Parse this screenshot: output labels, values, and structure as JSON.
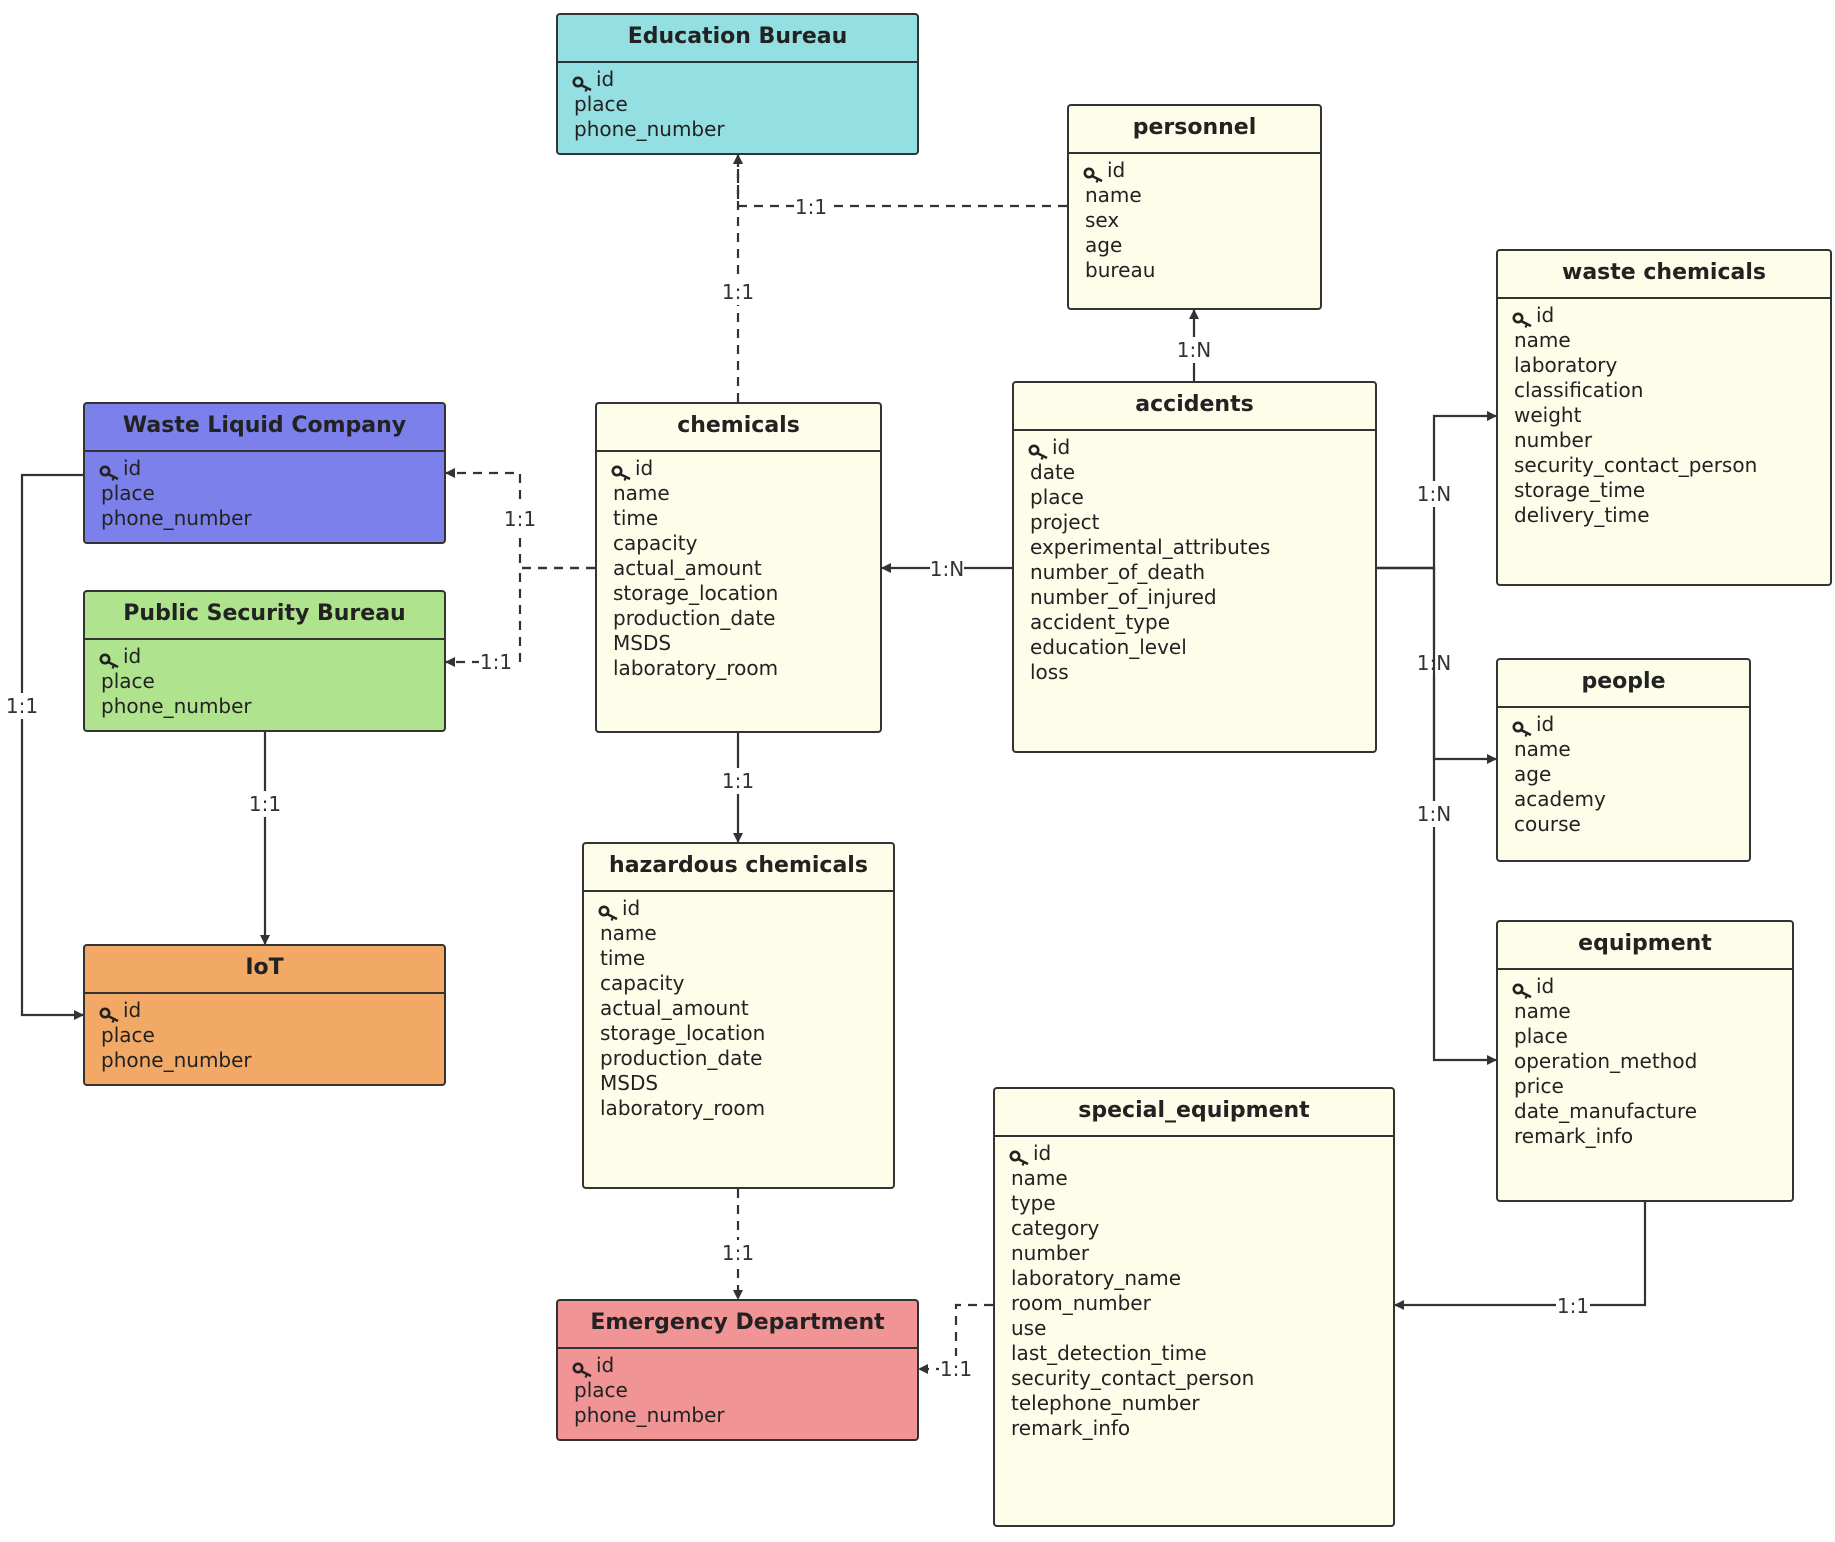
{
  "colors": {
    "default_fill": "#fdfdea",
    "line": "#333333",
    "education_bureau": "#93dfe1",
    "waste_liquid_company": "#7b80eb",
    "public_security_bureau": "#b0e38d",
    "iot": "#f2a966",
    "emergency_department": "#f09495"
  },
  "primary_key_icon": "key-icon",
  "entities": {
    "education_bureau": {
      "title": "Education Bureau",
      "fields": [
        "id",
        "place",
        "phone_number"
      ]
    },
    "personnel": {
      "title": "personnel",
      "fields": [
        "id",
        "name",
        "sex",
        "age",
        "bureau"
      ]
    },
    "waste_chemicals": {
      "title": "waste chemicals",
      "fields": [
        "id",
        "name",
        "laboratory",
        "classification",
        "weight",
        "number",
        "security_contact_person",
        "storage_time",
        "delivery_time"
      ]
    },
    "waste_liquid_company": {
      "title": "Waste Liquid Company",
      "fields": [
        "id",
        "place",
        "phone_number"
      ]
    },
    "chemicals": {
      "title": "chemicals",
      "fields": [
        "id",
        "name",
        "time",
        "capacity",
        "actual_amount",
        "storage_location",
        "production_date",
        "MSDS",
        "laboratory_room"
      ]
    },
    "accidents": {
      "title": "accidents",
      "fields": [
        "id",
        "date",
        "place",
        "project",
        "experimental_attributes",
        "number_of_death",
        "number_of_injured",
        "accident_type",
        "education_level",
        "loss"
      ]
    },
    "public_security_bureau": {
      "title": "Public Security Bureau",
      "fields": [
        "id",
        "place",
        "phone_number"
      ]
    },
    "people": {
      "title": "people",
      "fields": [
        "id",
        "name",
        "age",
        "academy",
        "course"
      ]
    },
    "hazardous_chemicals": {
      "title": "hazardous chemicals",
      "fields": [
        "id",
        "name",
        "time",
        "capacity",
        "actual_amount",
        "storage_location",
        "production_date",
        "MSDS",
        "laboratory_room"
      ]
    },
    "iot": {
      "title": "IoT",
      "fields": [
        "id",
        "place",
        "phone_number"
      ]
    },
    "equipment": {
      "title": "equipment",
      "fields": [
        "id",
        "name",
        "place",
        "operation_method",
        "price",
        "date_manufacture",
        "remark_info"
      ]
    },
    "special_equipment": {
      "title": "special_equipment",
      "fields": [
        "id",
        "name",
        "type",
        "category",
        "number",
        "laboratory_name",
        "room_number",
        "use",
        "last_detection_time",
        "security_contact_person",
        "telephone_number",
        "remark_info"
      ]
    },
    "emergency_department": {
      "title": "Emergency Department",
      "fields": [
        "id",
        "place",
        "phone_number"
      ]
    }
  },
  "relationships": [
    {
      "from": "personnel",
      "to": "education_bureau",
      "label": "1:1",
      "style": "dashed"
    },
    {
      "from": "chemicals",
      "to": "education_bureau",
      "label": "1:1",
      "style": "dashed"
    },
    {
      "from": "accidents",
      "to": "personnel",
      "label": "1:N",
      "style": "solid"
    },
    {
      "from": "chemicals",
      "to": "waste_liquid_company",
      "label": "1:1",
      "style": "dashed"
    },
    {
      "from": "chemicals",
      "to": "public_security_bureau",
      "label": "1:1",
      "style": "dashed"
    },
    {
      "from": "accidents",
      "to": "chemicals",
      "label": "1:N",
      "style": "solid"
    },
    {
      "from": "accidents",
      "to": "waste_chemicals",
      "label": "1:N",
      "style": "solid"
    },
    {
      "from": "accidents",
      "to": "people",
      "label": "1:N",
      "style": "solid"
    },
    {
      "from": "accidents",
      "to": "equipment",
      "label": "1:N",
      "style": "solid"
    },
    {
      "from": "waste_liquid_company",
      "to": "iot",
      "label": "1:1",
      "style": "solid"
    },
    {
      "from": "public_security_bureau",
      "to": "iot",
      "label": "1:1",
      "style": "solid"
    },
    {
      "from": "chemicals",
      "to": "hazardous_chemicals",
      "label": "1:1",
      "style": "solid"
    },
    {
      "from": "hazardous_chemicals",
      "to": "emergency_department",
      "label": "1:1",
      "style": "dashed"
    },
    {
      "from": "special_equipment",
      "to": "emergency_department",
      "label": "1:1",
      "style": "dashed"
    },
    {
      "from": "equipment",
      "to": "special_equipment",
      "label": "1:1",
      "style": "solid"
    }
  ]
}
